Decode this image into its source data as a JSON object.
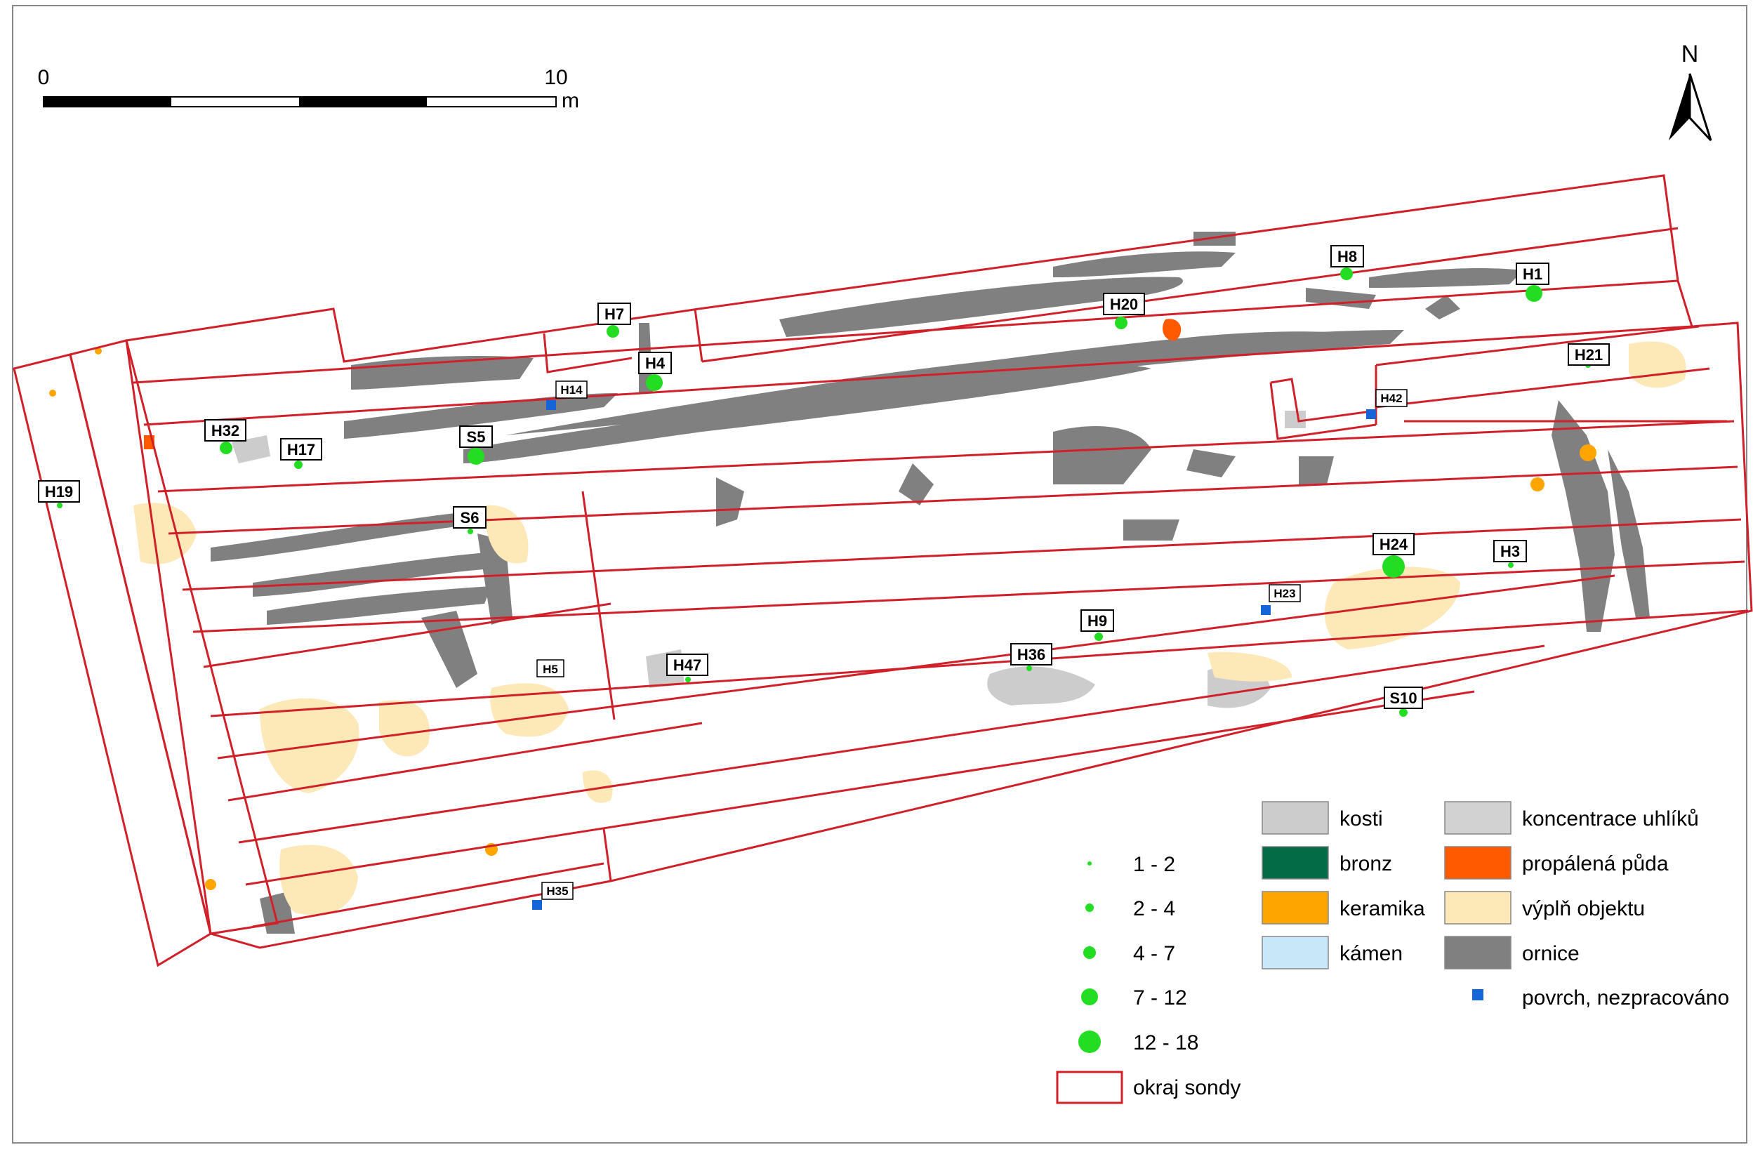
{
  "scalebar": {
    "start": "0",
    "end": "10",
    "unit": "m"
  },
  "north": {
    "label": "N"
  },
  "colors": {
    "trench": "#d0202a",
    "ornice": "#808080",
    "kosti": "#cccccc",
    "uhliky": "#d2d2d2",
    "bronz": "#036b45",
    "propalena": "#ff5a00",
    "keramika": "#ffa500",
    "vypln": "#fde8b8",
    "kamen": "#c8e8fa",
    "sample_green": "#22dd22",
    "surface_blue": "#1565d8"
  },
  "samples_large": [
    {
      "id": "H1",
      "size": "7 - 12"
    },
    {
      "id": "H4",
      "size": "7 - 12"
    },
    {
      "id": "H5",
      "size": ""
    },
    {
      "id": "H7",
      "size": "4 - 7"
    },
    {
      "id": "H8",
      "size": "4 - 7"
    },
    {
      "id": "H9",
      "size": "2 - 4"
    },
    {
      "id": "H17",
      "size": "2 - 4"
    },
    {
      "id": "H19",
      "size": "1 - 2"
    },
    {
      "id": "H20",
      "size": "4 - 7"
    },
    {
      "id": "H21",
      "size": "1 - 2"
    },
    {
      "id": "H24",
      "size": "12 - 18"
    },
    {
      "id": "H3",
      "size": "1 - 2"
    },
    {
      "id": "H32",
      "size": "4 - 7"
    },
    {
      "id": "H36",
      "size": "1 - 2"
    },
    {
      "id": "H47",
      "size": "1 - 2"
    },
    {
      "id": "S5",
      "size": "7 - 12"
    },
    {
      "id": "S6",
      "size": "1 - 2"
    },
    {
      "id": "S10",
      "size": "2 - 4"
    }
  ],
  "samples_surface": [
    "H14",
    "H23",
    "H35",
    "H42"
  ],
  "legend": {
    "size_classes": [
      "1 - 2",
      "2 - 4",
      "4 - 7",
      "7 - 12",
      "12 - 18"
    ],
    "trench_edge": "okraj sondy",
    "materials_left": [
      "kosti",
      "bronz",
      "keramika",
      "kámen"
    ],
    "materials_right": [
      "koncentrace uhlíků",
      "propálená půda",
      "výplň objektu",
      "ornice"
    ],
    "surface": "povrch, nezpracováno"
  }
}
